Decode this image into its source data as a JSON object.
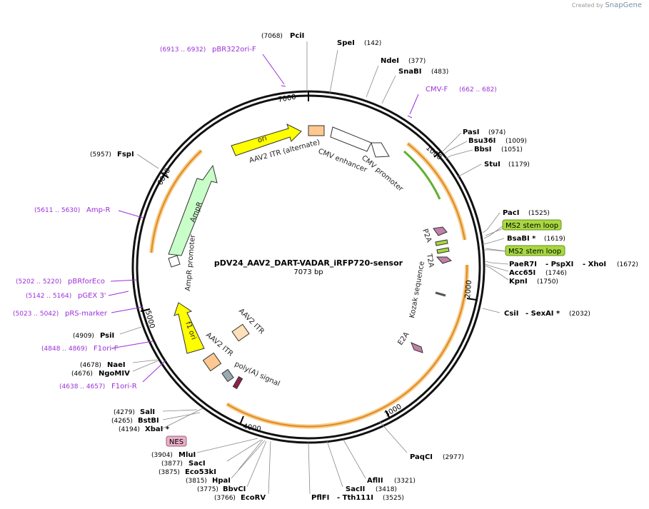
{
  "brand": {
    "created_by": "Created by",
    "name": "SnapGene"
  },
  "plasmid": {
    "name": "pDV24_AAV2_DART-VADAR_iRFP720-sensor",
    "length": "7073 bp"
  },
  "ticks": [
    "1000",
    "2000",
    "3000",
    "4000",
    "5000",
    "6000",
    "7000"
  ],
  "enzymes": [
    {
      "name": "PciI",
      "pos": "(7068)"
    },
    {
      "name": "SpeI",
      "pos": "(142)"
    },
    {
      "name": "NdeI",
      "pos": "(377)"
    },
    {
      "name": "SnaBI",
      "pos": "(483)"
    },
    {
      "name": "PasI",
      "pos": "(974)"
    },
    {
      "name": "Bsu36I",
      "pos": "(1009)"
    },
    {
      "name": "BbsI",
      "pos": "(1051)"
    },
    {
      "name": "StuI",
      "pos": "(1179)"
    },
    {
      "name": "PacI",
      "pos": "(1525)"
    },
    {
      "name": "BsaBI *",
      "pos": "(1619)"
    },
    {
      "name": "PaeR7I",
      "pos": ""
    },
    {
      "name": "- PspXI",
      "pos": ""
    },
    {
      "name": "- XhoI",
      "pos": "(1672)"
    },
    {
      "name": "Acc65I",
      "pos": "(1746)"
    },
    {
      "name": "KpnI",
      "pos": "(1750)"
    },
    {
      "name": "CsiI",
      "pos": ""
    },
    {
      "name": "- SexAI *",
      "pos": "(2032)"
    },
    {
      "name": "PaqCI",
      "pos": "(2977)"
    },
    {
      "name": "AflII",
      "pos": "(3321)"
    },
    {
      "name": "SacII",
      "pos": "(3418)"
    },
    {
      "name": "PflFI",
      "pos": ""
    },
    {
      "name": "- Tth111I",
      "pos": "(3525)"
    },
    {
      "name": "EcoRV",
      "pos": "(3766)"
    },
    {
      "name": "BbvCI",
      "pos": "(3775)"
    },
    {
      "name": "HpaI",
      "pos": "(3815)"
    },
    {
      "name": "Eco53kI",
      "pos": "(3875)"
    },
    {
      "name": "SacI",
      "pos": "(3877)"
    },
    {
      "name": "MluI",
      "pos": "(3904)"
    },
    {
      "name": "XbaI *",
      "pos": "(4194)"
    },
    {
      "name": "BstBI",
      "pos": "(4265)"
    },
    {
      "name": "SalI",
      "pos": "(4279)"
    },
    {
      "name": "NgoMIV",
      "pos": "(4676)"
    },
    {
      "name": "NaeI",
      "pos": "(4678)"
    },
    {
      "name": "PsiI",
      "pos": "(4909)"
    },
    {
      "name": "FspI",
      "pos": "(5957)"
    }
  ],
  "primers": [
    {
      "name": "pBR322ori-F",
      "pos": "(6913 .. 6932)"
    },
    {
      "name": "CMV-F",
      "pos": "(662 .. 682)"
    },
    {
      "name": "Amp-R",
      "pos": "(5611 .. 5630)"
    },
    {
      "name": "pBRforEco",
      "pos": "(5202 .. 5220)"
    },
    {
      "name": "pGEX 3'",
      "pos": "(5142 .. 5164)"
    },
    {
      "name": "pRS-marker",
      "pos": "(5023 .. 5042)"
    },
    {
      "name": "F1ori-F",
      "pos": "(4848 .. 4869)"
    },
    {
      "name": "F1ori-R",
      "pos": "(4638 .. 4657)"
    }
  ],
  "feature_boxes": [
    "MS2 stem loop",
    "MS2 stem loop",
    "NES"
  ],
  "features": [
    {
      "name": "ori",
      "color": "#ffff00"
    },
    {
      "name": "AAV2 ITR (alternate)",
      "color": "#ffc890"
    },
    {
      "name": "CMV enhancer",
      "color": "#ffffff"
    },
    {
      "name": "CMV promoter",
      "color": "#ffffff"
    },
    {
      "name": "AmpR",
      "color": "#c8ffc8"
    },
    {
      "name": "AmpR promoter",
      "color": "#ffffff"
    },
    {
      "name": "f1 ori",
      "color": "#ffff00"
    },
    {
      "name": "AAV2 ITR",
      "color": "#ffe0b8"
    },
    {
      "name": "AAV2 ITR",
      "color": "#ffc890"
    },
    {
      "name": "poly(A) signal",
      "color": "#8f2050"
    },
    {
      "name": "P2A",
      "color": "#c080a8"
    },
    {
      "name": "T2A",
      "color": "#c080a8"
    },
    {
      "name": "Kozak sequence",
      "color": "#ffffff"
    },
    {
      "name": "E2A",
      "color": "#c080a8"
    }
  ],
  "colors": {
    "primer": "#9b30d9",
    "orf_glow": "#f5c070",
    "ms2_box": "#a8d840",
    "nes_box": "#e8b0c8"
  }
}
